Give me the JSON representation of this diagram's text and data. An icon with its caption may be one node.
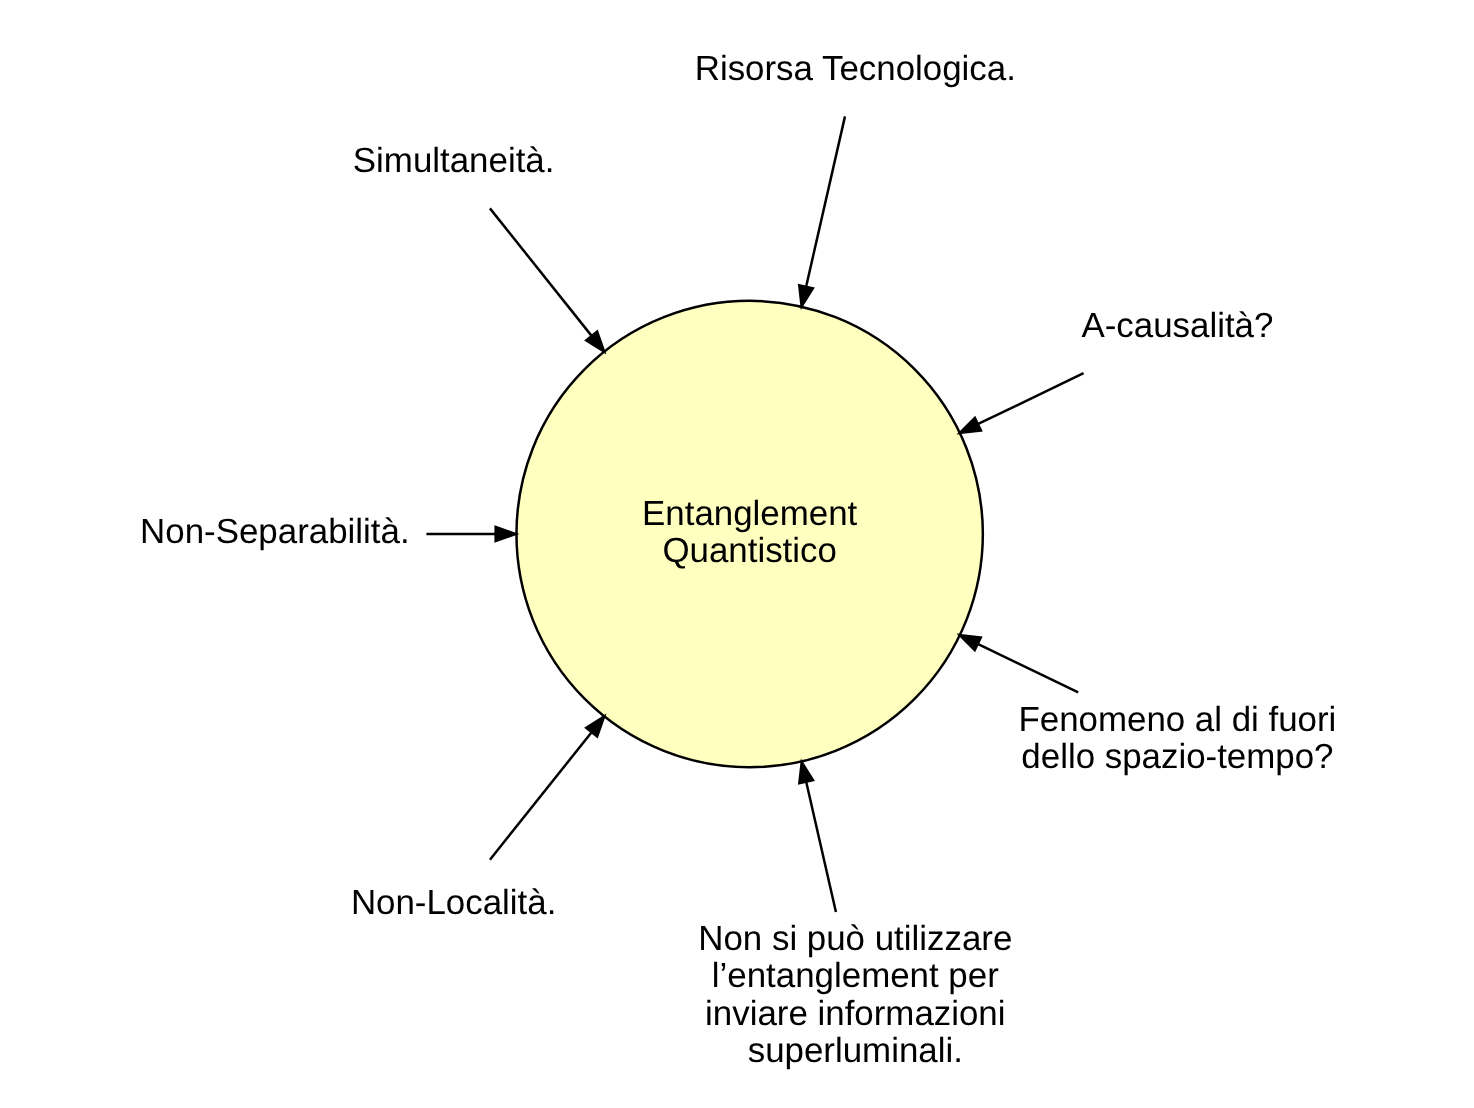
{
  "diagram": {
    "nodes": [
      {
        "text": [
          "Entanglement Quantistico"
        ]
      },
      {
        "text": [
          "A-causalità?"
        ]
      },
      {
        "text": [
          "Risorsa Tecnologica."
        ]
      },
      {
        "text": [
          "Simultaneità."
        ]
      },
      {
        "text": [
          "Non-Separabilità."
        ]
      },
      {
        "text": [
          "Non-Località."
        ]
      },
      {
        "text": [
          "Non si può utilizzare l’entanglement per inviare informazioni superluminali."
        ]
      },
      {
        "text": [
          "Fenomeno al di fuori dello spazio-tempo?"
        ]
      }
    ],
    "edges": [
      {
        "from": 1,
        "to": 0,
        "arrow": "to"
      },
      {
        "from": 2,
        "to": 0,
        "arrow": "to"
      },
      {
        "from": 3,
        "to": 0,
        "arrow": "to"
      },
      {
        "from": 4,
        "to": 0,
        "arrow": "to"
      },
      {
        "from": 5,
        "to": 0,
        "arrow": "to"
      },
      {
        "from": 6,
        "to": 0,
        "arrow": "to"
      },
      {
        "from": 7,
        "to": 0,
        "arrow": "to"
      }
    ]
  }
}
